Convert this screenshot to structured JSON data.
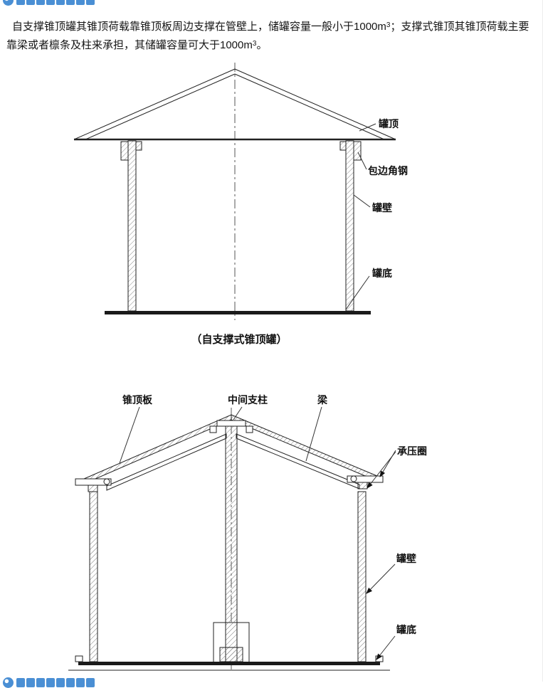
{
  "colors": {
    "watermark_blue": "#4a8fd4",
    "ink": "#111111"
  },
  "intro": {
    "part1": "自支撑锥顶罐其锥顶荷载靠锥顶板周边支撑在管壁上，储罐容量一般小于1000m",
    "sup1": "3",
    "part2": "；支撑式锥顶其锥顶荷载主要靠梁或者檩条及柱来承担，其储罐容量可大于1000m",
    "sup2": "3",
    "part3": "。"
  },
  "diagram_self_supported": {
    "labels": {
      "roof": "罐顶",
      "curb_angle": "包边角钢",
      "wall": "罐壁",
      "bottom": "罐底"
    },
    "caption": "（自支撑式锥顶罐）"
  },
  "diagram_supported": {
    "labels": {
      "cone_roof_plate": "锥顶板",
      "center_column": "中间支柱",
      "beam": "梁",
      "pressure_ring": "承压圈",
      "wall": "罐壁",
      "bottom": "罐底"
    }
  }
}
